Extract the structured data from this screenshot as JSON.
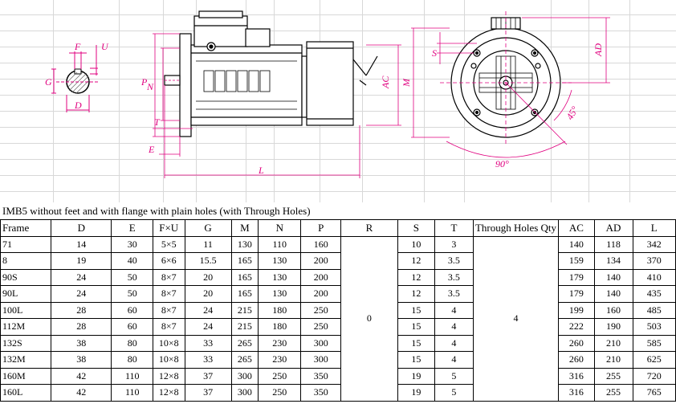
{
  "drawing": {
    "labels": {
      "F": "F",
      "U": "U",
      "G": "G",
      "D": "D",
      "P": "P",
      "N": "N",
      "T": "T",
      "E": "E",
      "L": "L",
      "AC": "AC",
      "M": "M",
      "S": "S",
      "AD": "AD",
      "angle45": "45°",
      "angle90": "90°"
    },
    "colors": {
      "dimension": "#e0007f",
      "line": "#000000",
      "grid": "#d8d8d8"
    }
  },
  "caption": "IMB5 without feet and with flange with plain holes (with Through Holes)",
  "table": {
    "columns": [
      "Frame",
      "D",
      "E",
      "F×U",
      "G",
      "M",
      "N",
      "P",
      "R",
      "S",
      "T",
      "Through Holes Qty",
      "AC",
      "AD",
      "L"
    ],
    "merged_R": "0",
    "merged_holes": "4",
    "rows": [
      [
        "71",
        "14",
        "30",
        "5×5",
        "11",
        "130",
        "110",
        "160",
        "10",
        "3",
        "140",
        "118",
        "342"
      ],
      [
        "8",
        "19",
        "40",
        "6×6",
        "15.5",
        "165",
        "130",
        "200",
        "12",
        "3.5",
        "159",
        "134",
        "370"
      ],
      [
        "90S",
        "24",
        "50",
        "8×7",
        "20",
        "165",
        "130",
        "200",
        "12",
        "3.5",
        "179",
        "140",
        "410"
      ],
      [
        "90L",
        "24",
        "50",
        "8×7",
        "20",
        "165",
        "130",
        "200",
        "12",
        "3.5",
        "179",
        "140",
        "435"
      ],
      [
        "100L",
        "28",
        "60",
        "8×7",
        "24",
        "215",
        "180",
        "250",
        "15",
        "4",
        "199",
        "160",
        "485"
      ],
      [
        "112M",
        "28",
        "60",
        "8×7",
        "24",
        "215",
        "180",
        "250",
        "15",
        "4",
        "222",
        "190",
        "503"
      ],
      [
        "132S",
        "38",
        "80",
        "10×8",
        "33",
        "265",
        "230",
        "300",
        "15",
        "4",
        "260",
        "210",
        "585"
      ],
      [
        "132M",
        "38",
        "80",
        "10×8",
        "33",
        "265",
        "230",
        "300",
        "15",
        "4",
        "260",
        "210",
        "625"
      ],
      [
        "160M",
        "42",
        "110",
        "12×8",
        "37",
        "300",
        "250",
        "350",
        "19",
        "5",
        "316",
        "255",
        "720"
      ],
      [
        "160L",
        "42",
        "110",
        "12×8",
        "37",
        "300",
        "250",
        "350",
        "19",
        "5",
        "316",
        "255",
        "765"
      ]
    ]
  }
}
